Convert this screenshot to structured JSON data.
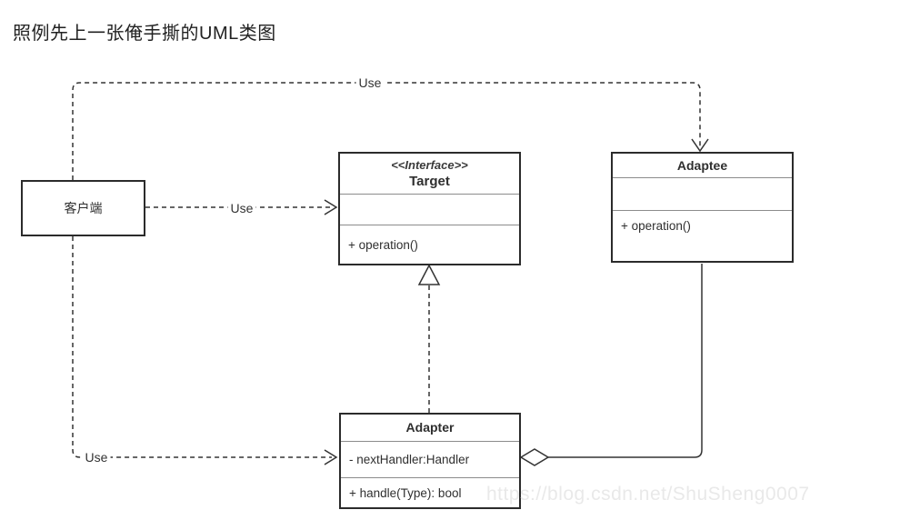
{
  "page": {
    "title": "照例先上一张俺手撕的UML类图"
  },
  "watermark": {
    "text": "https://blog.csdn.net/ShuSheng0007",
    "color": "#e9e9e9"
  },
  "diagram": {
    "type": "uml-class-diagram",
    "pattern": "Adapter",
    "colors": {
      "line": "#333333",
      "box_border": "#2b2b2b",
      "divider": "#8c8c8c",
      "text": "#2f2f2f",
      "background": "#ffffff"
    },
    "icons": {
      "dependency_arrowhead": "open-chevron",
      "realization_arrowhead": "hollow-triangle",
      "aggregation_marker": "hollow-diamond"
    },
    "classes": {
      "client": {
        "name": "客户端",
        "attributes": [],
        "methods": []
      },
      "target": {
        "stereotype": "<<Interface>>",
        "name": "Target",
        "attributes": [],
        "methods": [
          "+ operation()"
        ]
      },
      "adaptee": {
        "name": "Adaptee",
        "attributes": [],
        "methods": [
          "+ operation()"
        ]
      },
      "adapter": {
        "name": "Adapter",
        "attributes": [
          "- nextHandler:Handler"
        ],
        "methods": [
          "+ handle(Type): bool"
        ]
      }
    },
    "edges": [
      {
        "from": "client",
        "to": "target",
        "type": "dependency",
        "style": "dashed",
        "label": "Use"
      },
      {
        "from": "client",
        "to": "adaptee",
        "type": "dependency",
        "style": "dashed",
        "label": "Use"
      },
      {
        "from": "client",
        "to": "adapter",
        "type": "dependency",
        "style": "dashed",
        "label": "Use"
      },
      {
        "from": "adapter",
        "to": "target",
        "type": "realization",
        "style": "dashed",
        "label": ""
      },
      {
        "from": "adapter",
        "to": "adaptee",
        "type": "aggregation",
        "style": "solid",
        "label": ""
      }
    ]
  }
}
